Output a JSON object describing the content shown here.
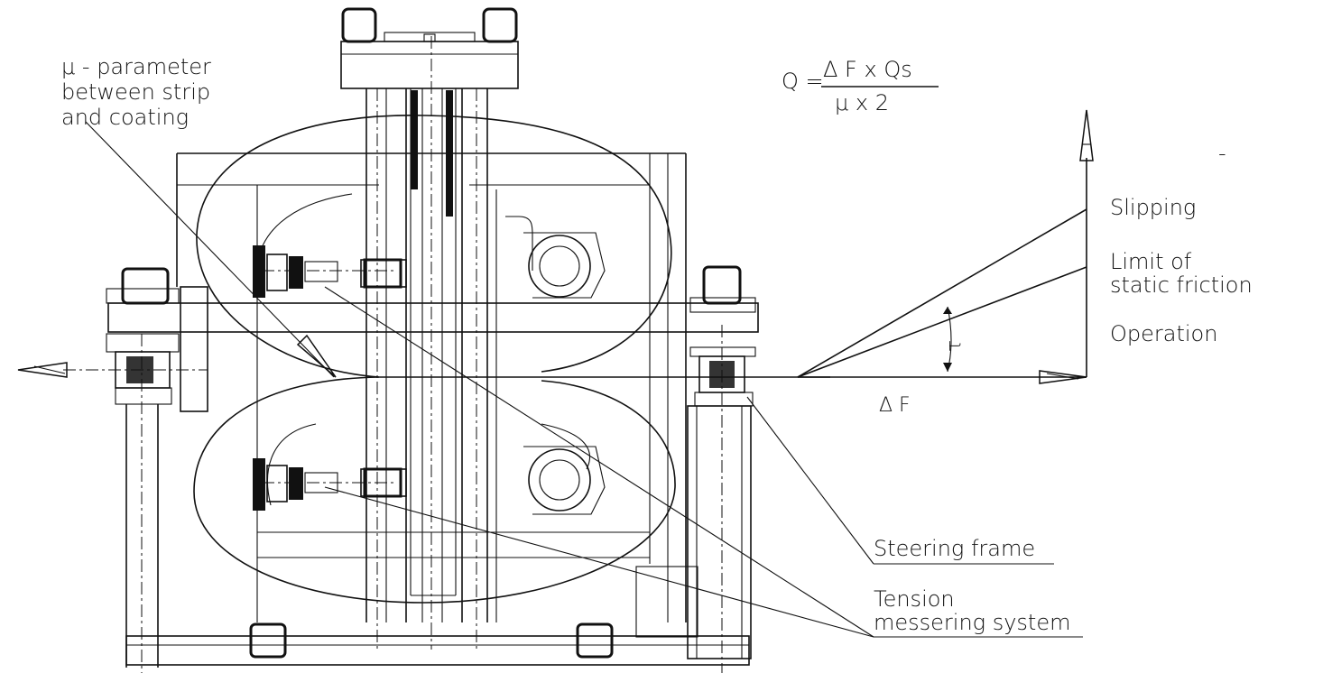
{
  "labels": {
    "mu_line1": "μ - parameter",
    "mu_line2": "between strip",
    "mu_line3": "and coating",
    "formula_lhs": "Q =",
    "formula_numerator": "Δ F  x  Qs",
    "formula_denominator": "μ  x  2",
    "slipping": "Slipping",
    "limit_line1": "Limit of",
    "limit_line2": "static friction",
    "operation": "Operation",
    "delta_f": "Δ F",
    "angle_symbol": "τ",
    "minus_mark": "-",
    "steering_frame": "Steering frame",
    "tension_line1": "Tension",
    "tension_line2": "messering system"
  }
}
